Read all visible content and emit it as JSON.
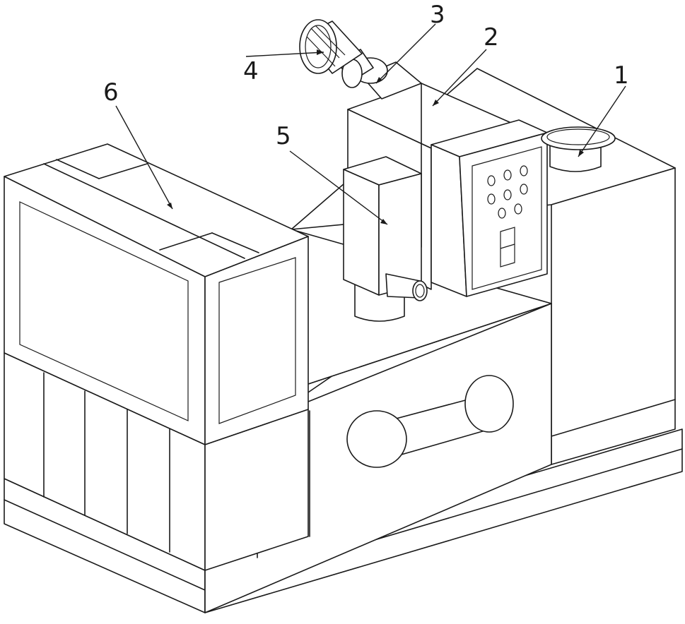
{
  "callouts": {
    "label_1": "1",
    "label_2": "2",
    "label_3": "3",
    "label_4": "4",
    "label_5": "5",
    "label_6": "6"
  },
  "control_panel": {
    "button_count": 8,
    "display_segments": 2
  },
  "colors": {
    "line": "#1a1a1a",
    "background": "#ffffff"
  }
}
